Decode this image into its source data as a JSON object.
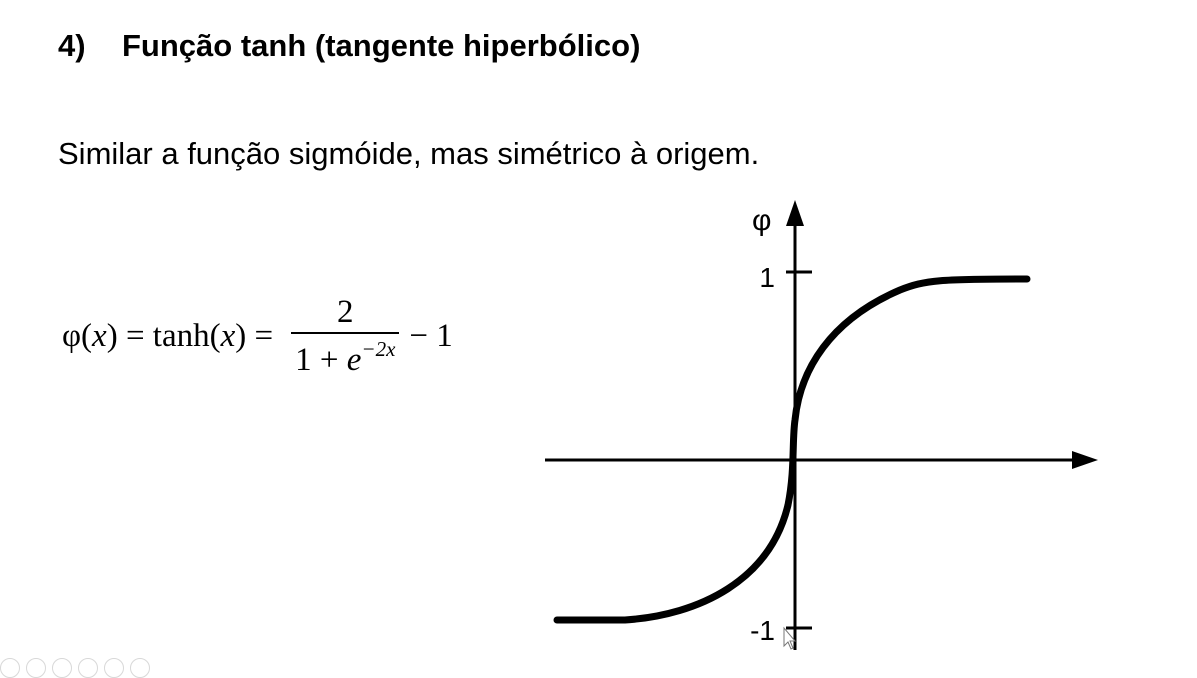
{
  "slide": {
    "heading_number": "4)",
    "heading_text": "Função tanh (tangente hiperbólico)",
    "subtitle": "Similar a função sigmóide, mas simétrico à origem."
  },
  "formula": {
    "lhs_phi": "φ(",
    "lhs_x": "x",
    "lhs_close": ") = tanh(",
    "lhs_x2": "x",
    "lhs_end": ") =",
    "numerator": "2",
    "denominator_base": "1 + ",
    "denominator_e": "e",
    "denominator_exp": "−2x",
    "tail": "− 1"
  },
  "graph": {
    "y_axis_label": "φ",
    "tick_top": "1",
    "tick_bottom": "-1"
  },
  "toolbar": {
    "icons": [
      "prev-icon",
      "next-icon",
      "pen-icon",
      "slides-icon",
      "zoom-icon",
      "more-icon"
    ]
  }
}
